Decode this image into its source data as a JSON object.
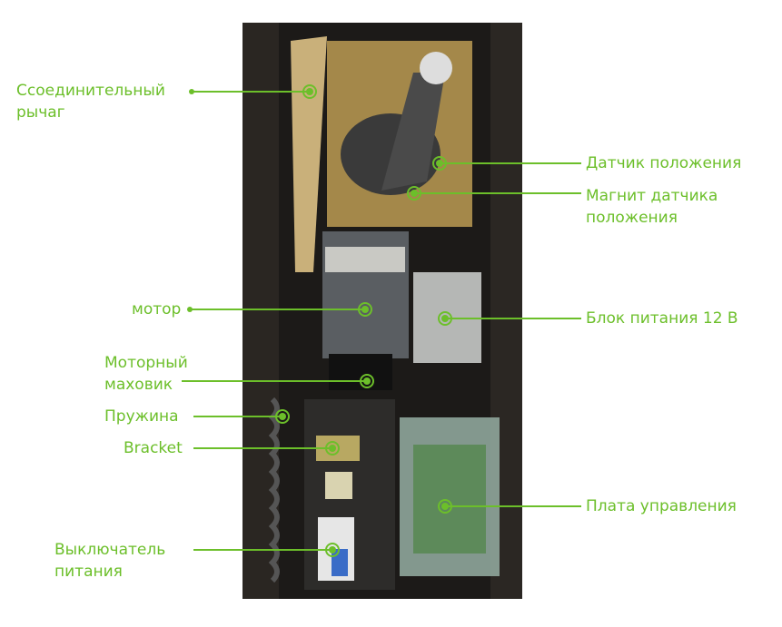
{
  "accent_color": "#6cbf2a",
  "labels": {
    "lever": [
      "Ссоединительный",
      "рычаг"
    ],
    "position_sensor": "Датчик положения",
    "sensor_magnet": [
      "Магнит датчика",
      "положения"
    ],
    "motor": "мотор",
    "psu": "Блок питания 12 В",
    "flywheel": [
      "Моторный",
      "маховик"
    ],
    "spring": "Пружина",
    "bracket": "Bracket",
    "control_board": "Плата управления",
    "power_switch": [
      "Выключатель",
      "питания"
    ]
  }
}
